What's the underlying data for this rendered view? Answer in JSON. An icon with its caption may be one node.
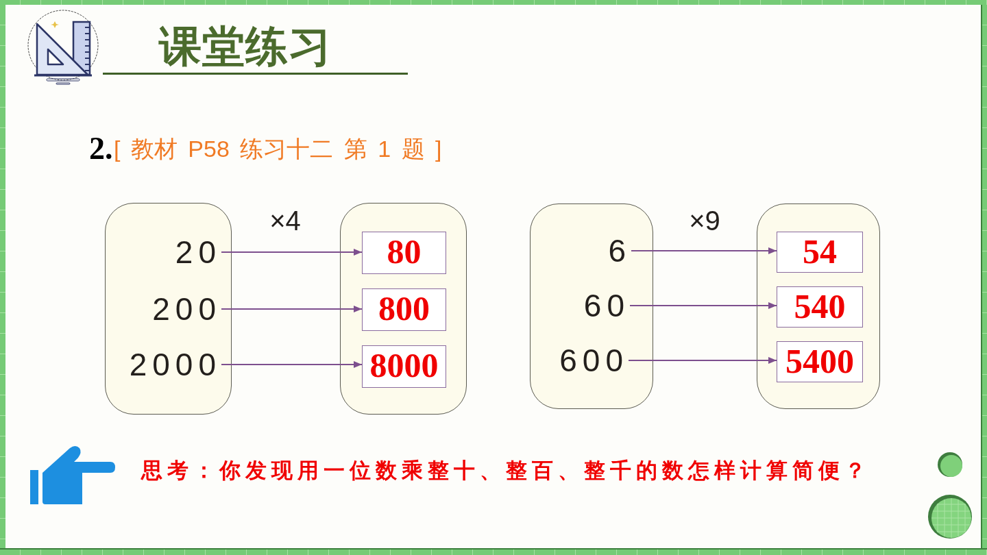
{
  "diagram": {
    "title": "课堂练习",
    "nodes": [
      {
        "text": [],
        "shape": "box"
      },
      {
        "text": [
          "20"
        ],
        "in": 0
      },
      {
        "text": [
          "200"
        ],
        "in": 0
      },
      {
        "text": [
          "2000"
        ],
        "in": 0
      },
      {
        "text": [],
        "shape": "box"
      },
      {
        "text": [
          "80"
        ],
        "in": 4
      },
      {
        "text": [
          "800"
        ],
        "in": 4
      },
      {
        "text": [
          "8000"
        ],
        "in": 4
      },
      {
        "text": [],
        "shape": "box"
      },
      {
        "text": [
          "6"
        ],
        "in": 8
      },
      {
        "text": [
          "60"
        ],
        "in": 8
      },
      {
        "text": [
          "600"
        ],
        "in": 8
      },
      {
        "text": [],
        "shape": "box"
      },
      {
        "text": [
          "54"
        ],
        "in": 12
      },
      {
        "text": [
          "540"
        ],
        "in": 12
      },
      {
        "text": [
          "5400"
        ],
        "in": 12
      }
    ],
    "edges": [
      {
        "from": 1,
        "to": 5,
        "arrow": "to"
      },
      {
        "from": 2,
        "to": 6,
        "arrow": "to"
      },
      {
        "from": 3,
        "to": 7,
        "arrow": "to"
      },
      {
        "from": 9,
        "to": 13,
        "arrow": "to"
      },
      {
        "from": 10,
        "to": 14,
        "arrow": "to"
      },
      {
        "from": 11,
        "to": 15,
        "arrow": "to"
      }
    ],
    "labels": [
      "2.",
      "[ 教材 P58 练习十二 第 1 题 ]",
      "×4",
      "×9",
      "思考：你发现用一位数乘整十、整百、整千的数怎样计算简便？"
    ]
  }
}
